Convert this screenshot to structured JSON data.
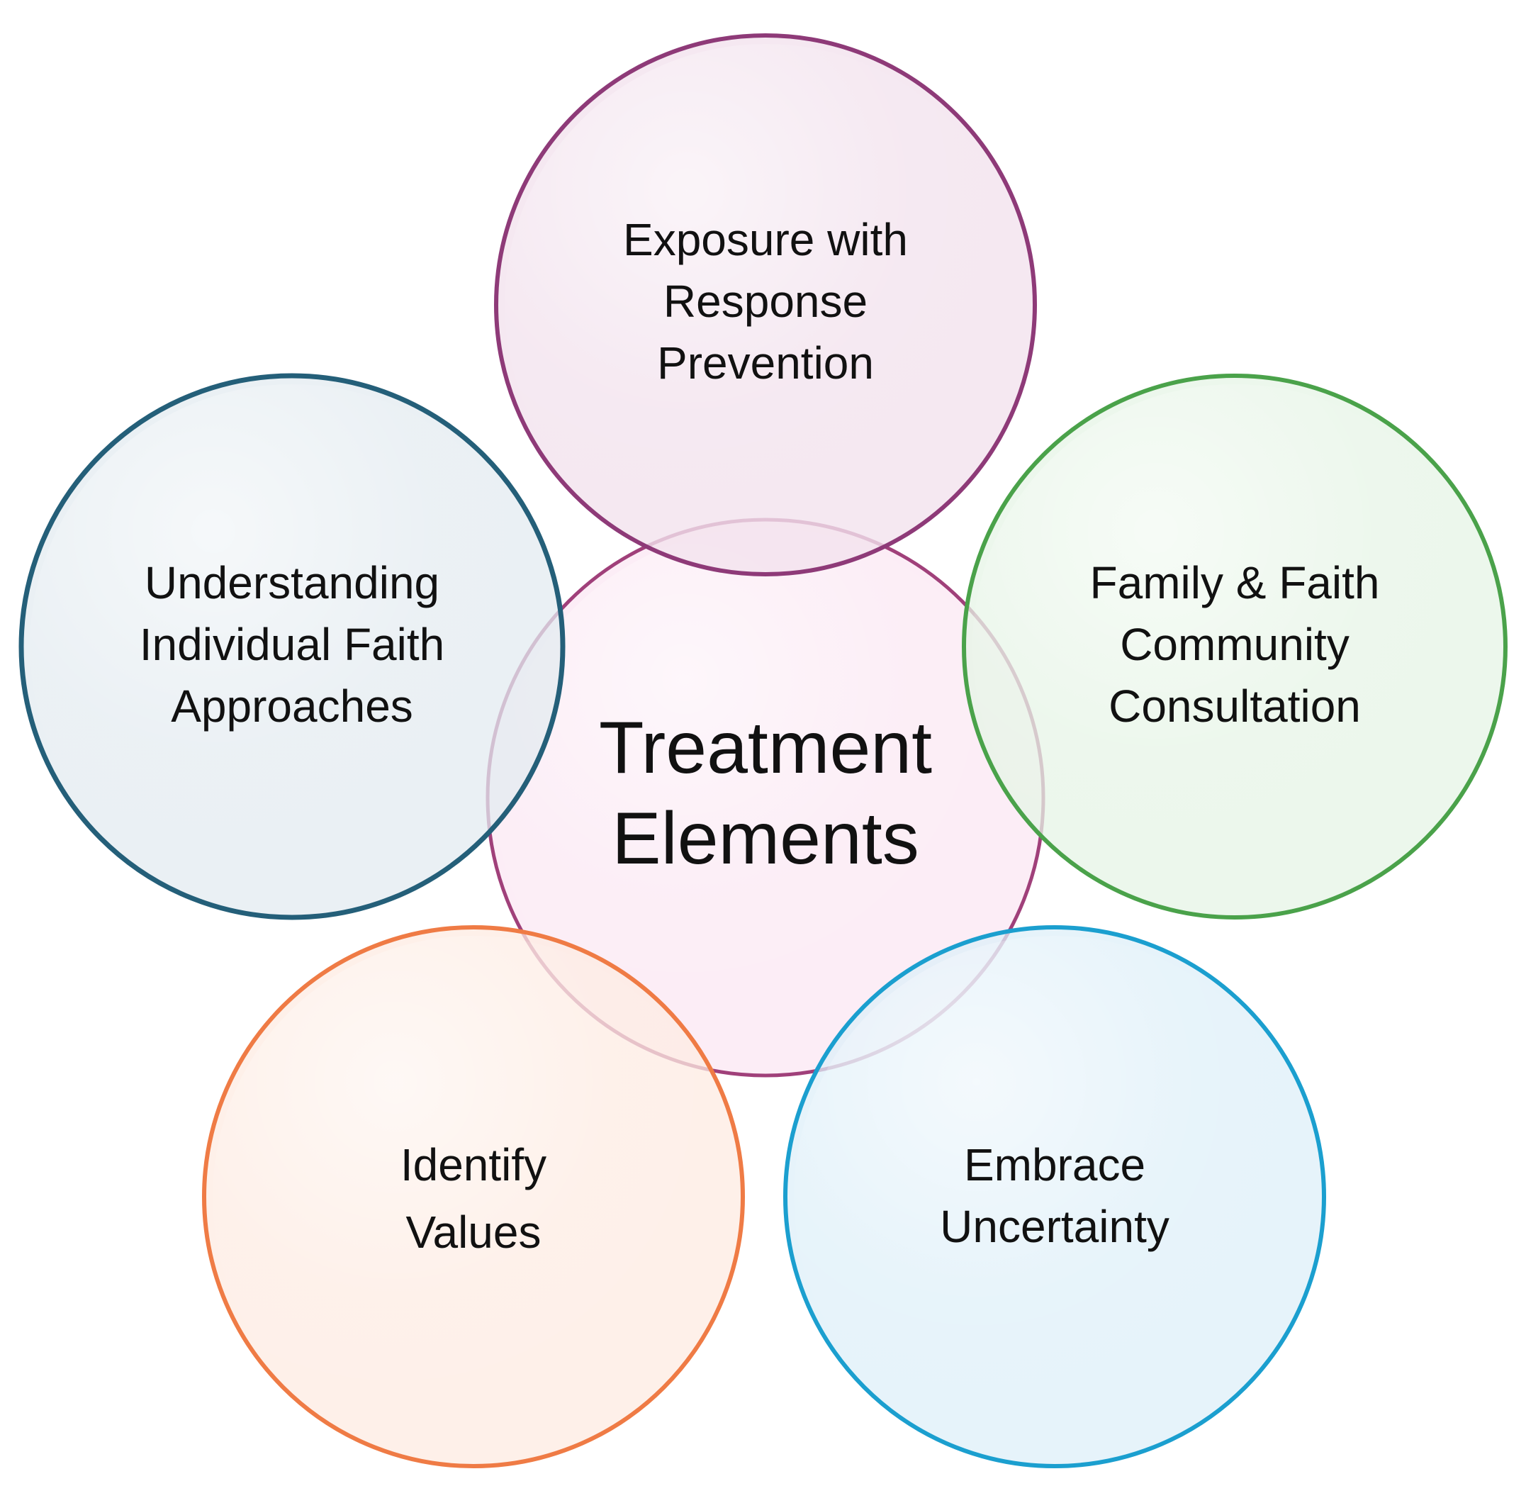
{
  "center": {
    "line1": "Treatment",
    "line2": "Elements",
    "color": "#a0407a",
    "fill": "#fbeaf4"
  },
  "elements": [
    {
      "id": "exposure",
      "lines": [
        "Exposure with",
        "Response",
        "Prevention"
      ],
      "color": "#8e3a78",
      "fill": "#f3e2ee"
    },
    {
      "id": "family",
      "lines": [
        "Family & Faith",
        "Community",
        "Consultation"
      ],
      "color": "#4aa24a",
      "fill": "#e6f4e5"
    },
    {
      "id": "embrace",
      "lines": [
        "Embrace",
        "Uncertainty"
      ],
      "color": "#1b9fcf",
      "fill": "#ddeff8"
    },
    {
      "id": "values",
      "lines": [
        "Identify",
        "Values"
      ],
      "color": "#ef7b45",
      "fill": "#fdebe2"
    },
    {
      "id": "understanding",
      "lines": [
        "Understanding",
        "Individual Faith",
        "Approaches"
      ],
      "color": "#245f79",
      "fill": "#e3ebf0"
    }
  ]
}
